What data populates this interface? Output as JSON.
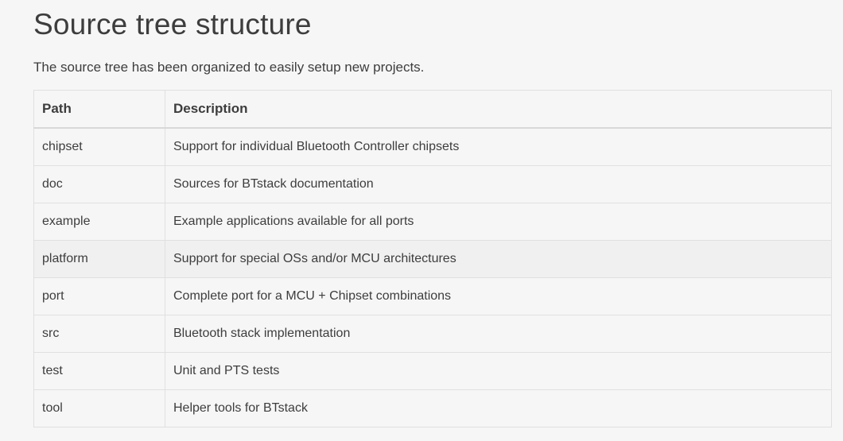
{
  "page": {
    "title": "Source tree structure",
    "intro": "The source tree has been organized to easily setup new projects."
  },
  "table": {
    "columns": [
      {
        "label": "Path"
      },
      {
        "label": "Description"
      }
    ],
    "rows": [
      {
        "path": "chipset",
        "description": "Support for individual Bluetooth Controller chipsets"
      },
      {
        "path": "doc",
        "description": "Sources for BTstack documentation"
      },
      {
        "path": "example",
        "description": "Example applications available for all ports"
      },
      {
        "path": "platform",
        "description": "Support for special OSs and/or MCU architectures"
      },
      {
        "path": "port",
        "description": "Complete port for a MCU + Chipset combinations"
      },
      {
        "path": "src",
        "description": "Bluetooth stack implementation"
      },
      {
        "path": "test",
        "description": "Unit and PTS tests"
      },
      {
        "path": "tool",
        "description": "Helper tools for BTstack"
      }
    ],
    "highlighted_row": "platform"
  },
  "colors": {
    "page_background": "#f6f6f6",
    "text": "#3d3d3d",
    "border": "#e0e0e0",
    "header_border": "#d8d8d8",
    "row_hover": "#f0f0f0"
  }
}
